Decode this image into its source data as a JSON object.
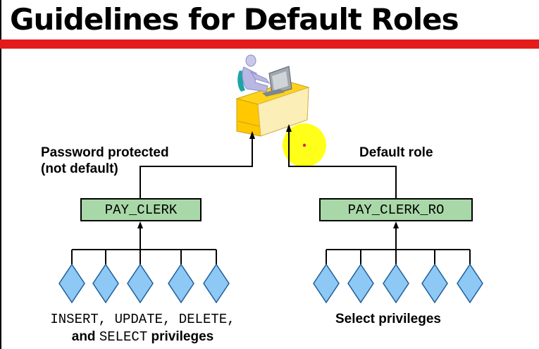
{
  "slide": {
    "title": "Guidelines for Default Roles",
    "left_role": {
      "name": "PAY_CLERK",
      "label_line1": "Password protected",
      "label_line2": "(not default)",
      "privileges_line1": "INSERT, UPDATE, DELETE,",
      "privileges_line2_prefix": "and",
      "privileges_line2_code": "SELECT",
      "privileges_line2_suffix": "privileges"
    },
    "right_role": {
      "name": "PAY_CLERK_RO",
      "label": "Default role",
      "privileges": "Select privileges"
    },
    "colors": {
      "title_rule": "#e41b1b",
      "role_box": "#a9d8a8",
      "privilege_diamond": "#8ec8f5",
      "highlight": "#ffff00"
    },
    "icons": [
      "user-at-desk-icon",
      "privilege-diamond-icon",
      "cursor-highlight-icon"
    ]
  }
}
